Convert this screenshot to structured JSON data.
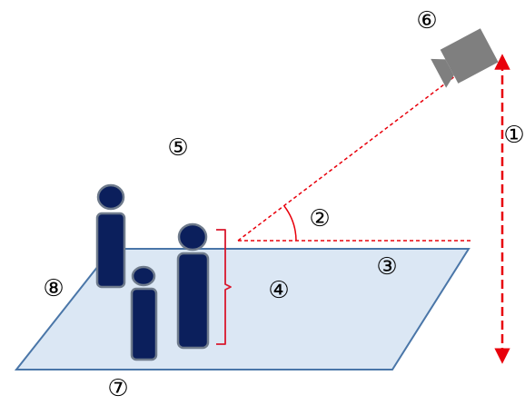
{
  "labels": {
    "l1": "①",
    "l2": "②",
    "l3": "③",
    "l4": "④",
    "l5": "⑤",
    "l6": "⑥",
    "l7": "⑦",
    "l8": "⑧"
  },
  "colors": {
    "ground_fill": "#dbe7f4",
    "ground_stroke": "#4a76a8",
    "person_fill": "#0b1f5c",
    "person_stroke": "#6f7b8c",
    "dashed_line": "#e8000b",
    "camera": "#7f7f7f",
    "bracket": "#d9182d"
  },
  "icons": {
    "camera": "video-camera-icon",
    "people": "person-icon"
  }
}
